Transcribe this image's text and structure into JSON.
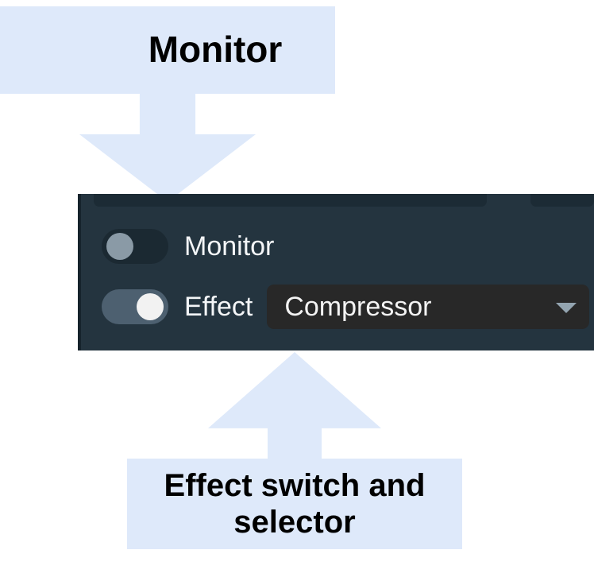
{
  "annotations": {
    "top_callout": {
      "text": "Monitor",
      "points_to": "monitor-toggle"
    },
    "bottom_callout": {
      "text": "Effect switch and selector",
      "points_to": "effect-row"
    },
    "arrow_color": "#dee9fa",
    "callout_background": "#dee9fa",
    "callout_text_color": "#000000"
  },
  "panel": {
    "background": "#24343f",
    "rows": [
      {
        "id": "monitor",
        "label": "Monitor",
        "toggle_state": "off",
        "track_color": "#1b2932",
        "knob_color": "#8a9aa6"
      },
      {
        "id": "effect",
        "label": "Effect",
        "toggle_state": "on",
        "track_color": "#4d6070",
        "knob_color": "#f2f2f2"
      }
    ],
    "effect_selector": {
      "value": "Compressor",
      "background": "#282828",
      "text_color": "#f3f3f3",
      "chevron": "chevron-down-icon"
    }
  }
}
